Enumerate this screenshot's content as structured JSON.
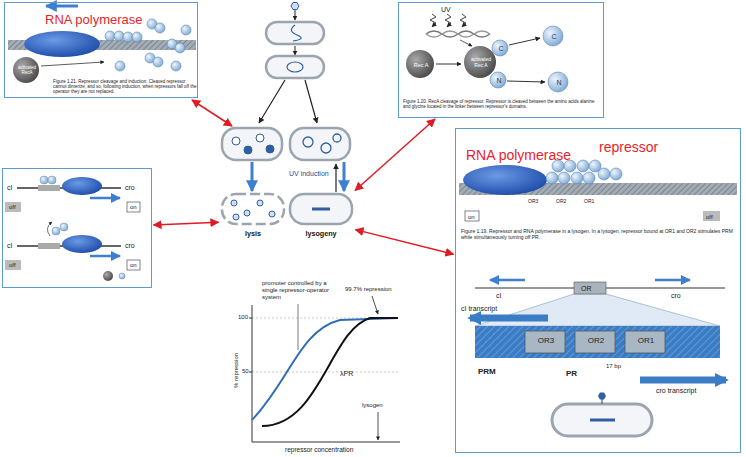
{
  "diagram": {
    "nodes": [
      {
        "text": [
          "RNA polymerase",
          "activated RecA",
          "Figure 1.21. Repressor cleavage and induction. Cleaved repressor cannot dimerize, and so, following induction, when repressors fall off the operator they are not replaced."
        ]
      },
      {
        "text": [
          "UV",
          "Rec A",
          "activated Rec A",
          "C",
          "N",
          "C",
          "N",
          "Figure 1.20. RecA cleavage of repressor. Repressor is cleaved between the amino acids alanine and glycine located in the linker between repressor's domains."
        ]
      },
      {
        "text": [
          "cI",
          "cro",
          "off",
          "on",
          "cI",
          "cro",
          "off",
          "on"
        ]
      },
      {
        "text": [
          "repressor",
          "RNA polymerase",
          "OR3",
          "OR2",
          "OR1",
          "on",
          "off",
          "Figure 1.19. Repressor and RNA polymerase in a lysogen. In a lysogen, repressor bound at OR1 and OR2 stimulates PRM while simultaneously turning off PR.",
          "cI",
          "OR",
          "cro",
          "cI transcript",
          "OR3",
          "OR2",
          "OR1",
          "17 bp",
          "PRM",
          "PR",
          "cro transcript"
        ]
      },
      {
        "text": [
          "lysis"
        ]
      },
      {
        "text": [
          "lysogeny"
        ]
      }
    ],
    "edges": [
      {
        "from": 4,
        "to": 2,
        "arrow": "both"
      },
      {
        "from": 5,
        "to": 1,
        "arrow": "both"
      },
      {
        "from": 5,
        "to": 3,
        "arrow": "both"
      }
    ],
    "labels": [
      "UV induction",
      "100",
      "50",
      "% repression",
      "repressor concentration",
      "promoter controlled by a single repressor-operator system",
      "99.7% repression",
      "λPR",
      "lysogen"
    ]
  }
}
